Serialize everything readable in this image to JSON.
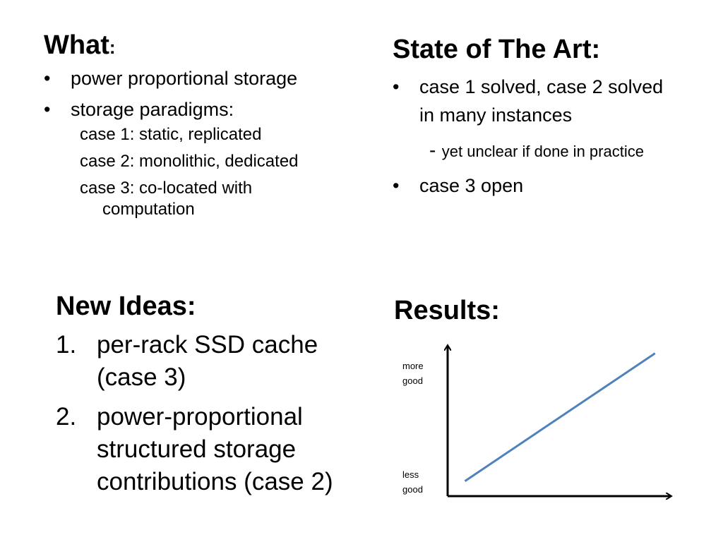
{
  "what": {
    "title": "What",
    "colon": ":",
    "bullets": [
      "power proportional storage",
      "storage paradigms:"
    ],
    "bullet_marker": "•",
    "cases": [
      "case 1: static, replicated",
      "case 2: monolithic, dedicated",
      "case 3: co-located with",
      "computation"
    ]
  },
  "state": {
    "title": "State of The Art:",
    "bullet_marker": "•",
    "bullet1_line1": "case 1 solved, case 2 solved",
    "bullet1_line2": "in many instances",
    "sub_dash": "-",
    "sub_text": "yet unclear if done in practice",
    "bullet2": "case 3 open"
  },
  "ideas": {
    "title": "New Ideas:",
    "items": [
      {
        "num": "1.",
        "lines": [
          "per-rack SSD cache",
          "(case 3)"
        ]
      },
      {
        "num": "2.",
        "lines": [
          "power-proportional",
          "structured storage",
          "contributions (case 2)"
        ]
      }
    ]
  },
  "results": {
    "title": "Results:",
    "chart_data": {
      "type": "line",
      "title": "",
      "xlabel": "",
      "ylabel": "",
      "y_top_label": [
        "more",
        "good"
      ],
      "y_bottom_label": [
        "less",
        "good"
      ],
      "series": [
        {
          "x": [
            0.08,
            0.96
          ],
          "y": [
            0.1,
            0.95
          ]
        }
      ],
      "xlim": [
        0,
        1
      ],
      "ylim": [
        0,
        1
      ],
      "grid": false,
      "line_color": "#4f81bd"
    }
  }
}
